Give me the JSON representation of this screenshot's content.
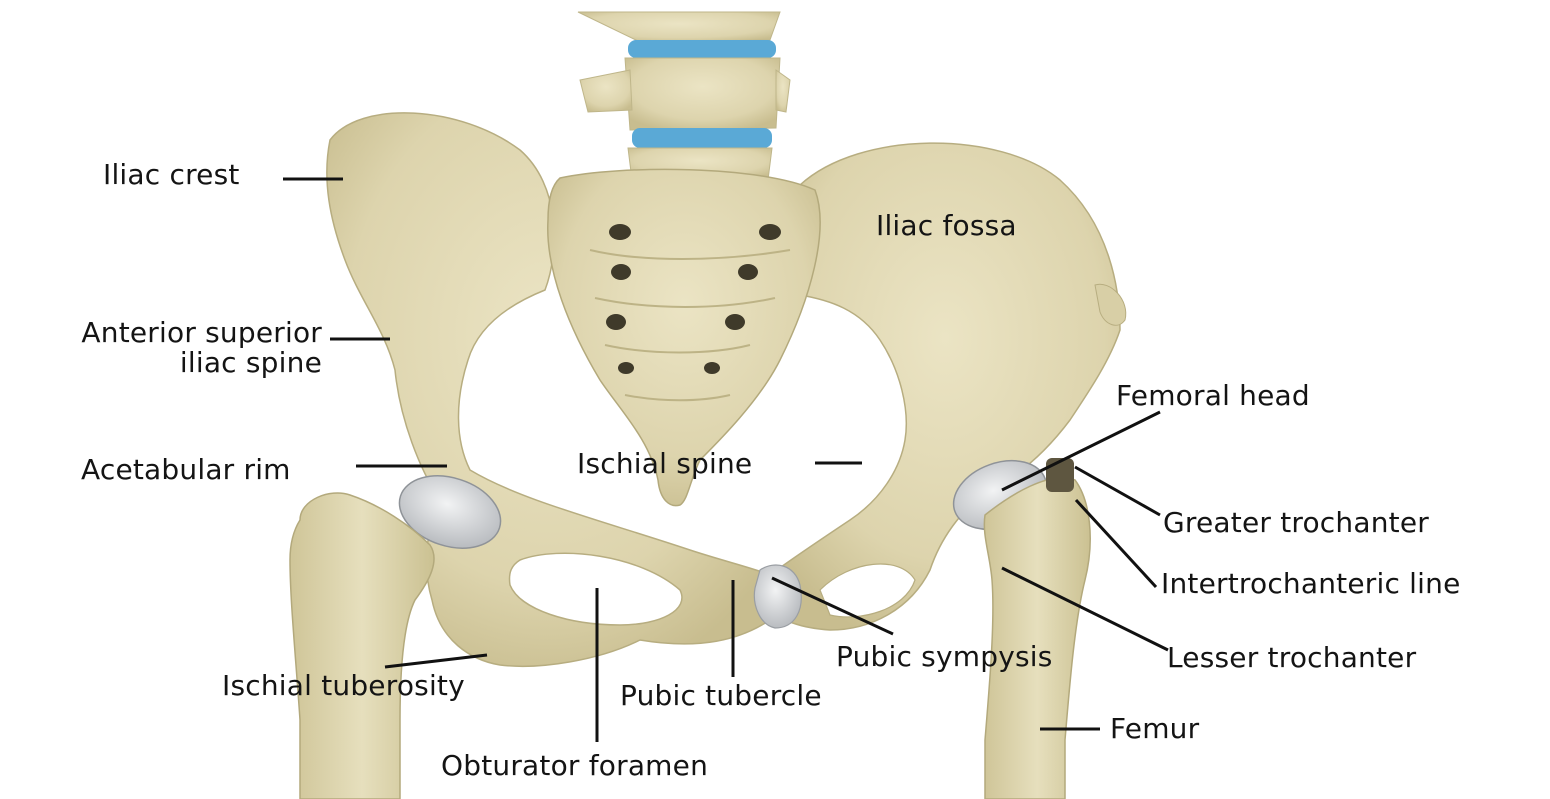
{
  "colors": {
    "bone": "#e2dab6",
    "bone_shade": "#c9bf95",
    "cartilage": "#d7d9dc",
    "disc": "#5aa9d6",
    "leader": "#111111",
    "text": "#141414"
  },
  "labels": {
    "iliac_crest": "Iliac crest",
    "iliac_fossa": "Iliac fossa",
    "asis_line1": "Anterior superior",
    "asis_line2": "iliac spine",
    "femoral_head": "Femoral head",
    "acetabular_rim": "Acetabular rim",
    "ischial_spine": "Ischial spine",
    "greater_trochanter": "Greater trochanter",
    "intertrochanteric_line": "Intertrochanteric line",
    "pubic_symphysis": "Pubic sympysis",
    "lesser_trochanter": "Lesser trochanter",
    "ischial_tuberosity": "Ischial tuberosity",
    "pubic_tubercle": "Pubic tubercle",
    "femur": "Femur",
    "obturator_foramen": "Obturator foramen"
  }
}
